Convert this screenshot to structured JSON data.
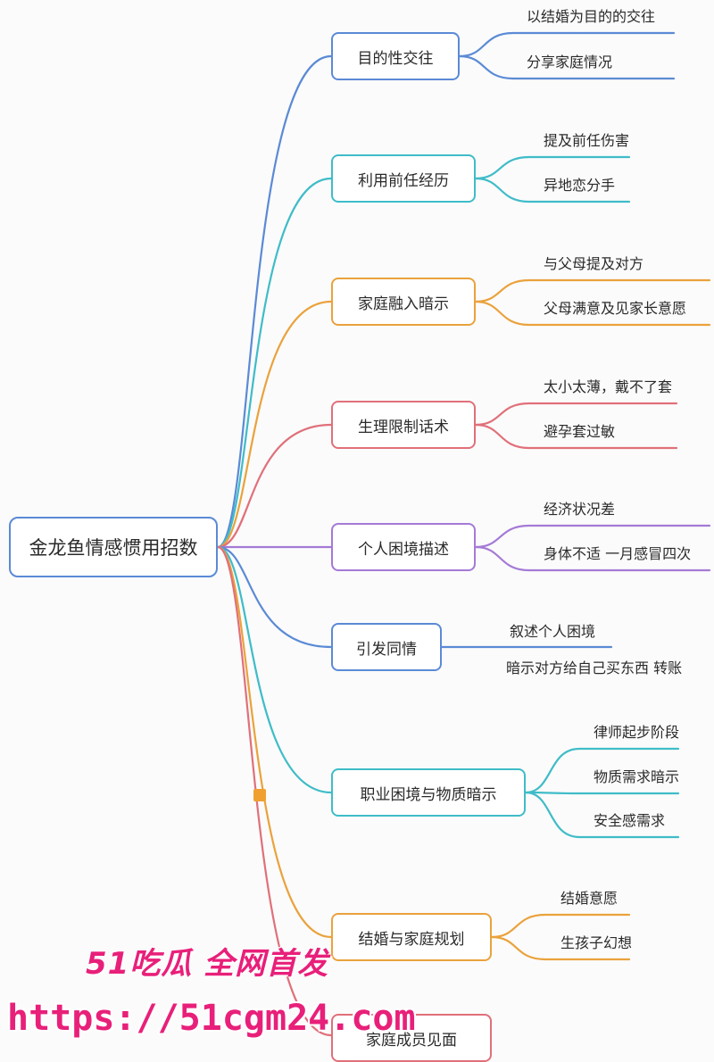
{
  "root": {
    "label": "金龙鱼情感惯用招数"
  },
  "branches": [
    {
      "label": "目的性交往",
      "color": "#5b8ad6",
      "leaves": [
        "以结婚为目的的交往",
        "分享家庭情况"
      ]
    },
    {
      "label": "利用前任经历",
      "color": "#3fbcc8",
      "leaves": [
        "提及前任伤害",
        "异地恋分手"
      ]
    },
    {
      "label": "家庭融入暗示",
      "color": "#eaa23c",
      "leaves": [
        "与父母提及对方",
        "父母满意及见家长意愿"
      ]
    },
    {
      "label": "生理限制话术",
      "color": "#e0707a",
      "leaves": [
        "太小太薄，戴不了套",
        "避孕套过敏"
      ]
    },
    {
      "label": "个人困境描述",
      "color": "#a47ad6",
      "leaves": [
        "经济状况差",
        "身体不适 一月感冒四次"
      ]
    },
    {
      "label": "引发同情",
      "color": "#5b8ad6",
      "leaves": [
        "叙述个人困境",
        "暗示对方给自己买东西 转账"
      ]
    },
    {
      "label": "职业困境与物质暗示",
      "color": "#3fbcc8",
      "leaves": [
        "律师起步阶段",
        "物质需求暗示",
        "安全感需求"
      ]
    },
    {
      "label": "结婚与家庭规划",
      "color": "#eaa23c",
      "leaves": [
        "结婚意愿",
        "生孩子幻想"
      ]
    },
    {
      "label": "家庭成员见面",
      "color": "#e0707a",
      "leaves": []
    }
  ],
  "watermark": {
    "line1": "51吃瓜 全网首发",
    "line2": "https://51cgm24.com"
  }
}
